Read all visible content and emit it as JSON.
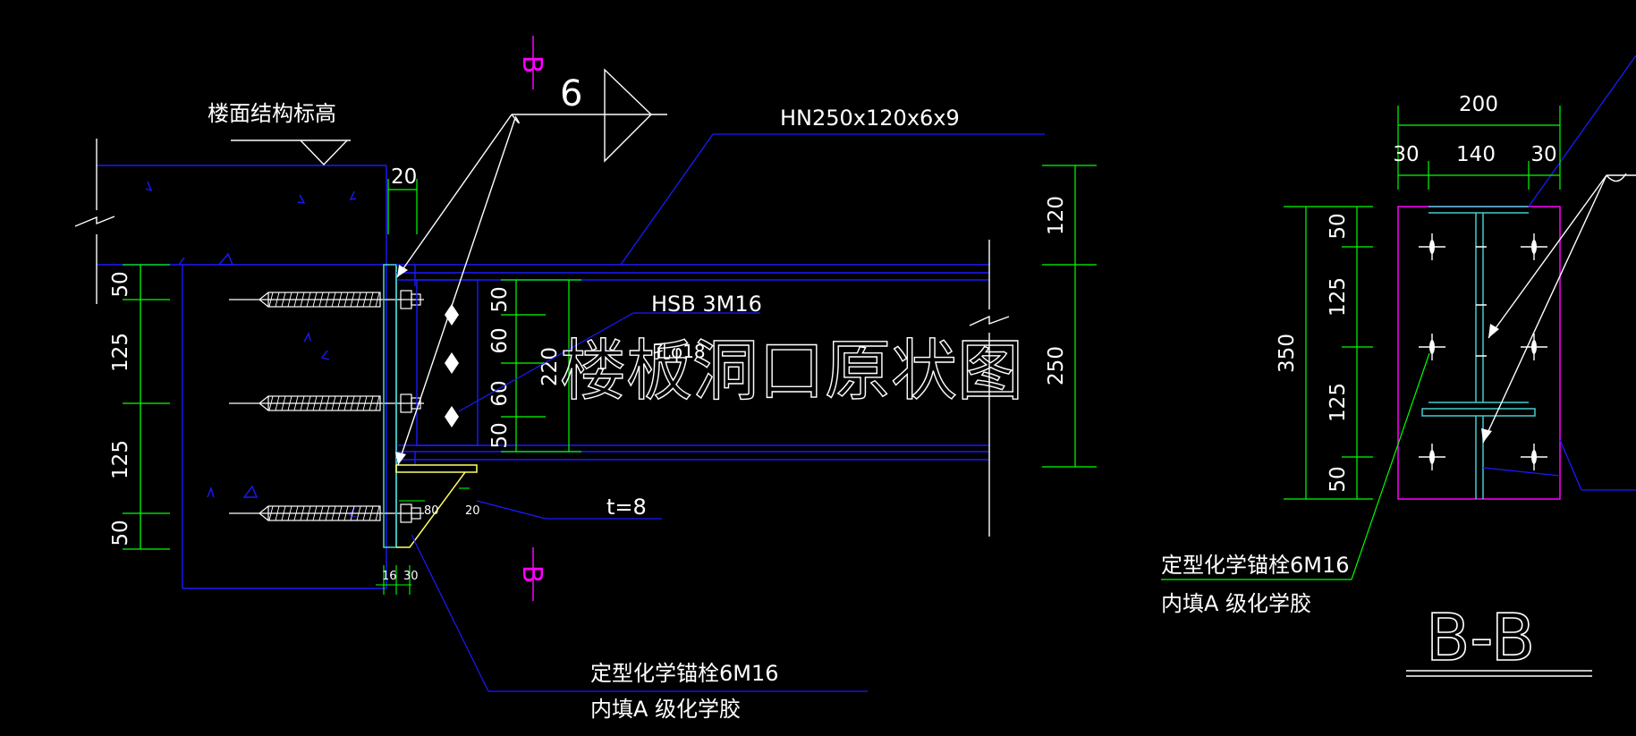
{
  "drawing": {
    "colors": {
      "background": "#000000",
      "blue": "#1a1aff",
      "green": "#00ff00",
      "magenta": "#ff00ff",
      "yellow": "#ffff66",
      "cyan": "#44cccc",
      "white": "#ffffff"
    },
    "labels": {
      "floor_elevation": "楼面结构标高",
      "beam_section": "HN250x120x6x9",
      "bolts": "HSB 3M16",
      "hole": "孔φ18",
      "stiffener_thickness": "t=8",
      "anchor_line1": "定型化学锚栓6M16",
      "anchor_line2": "内填A 级化学胶",
      "weld_size": "6",
      "section_marker": "B",
      "section_title": "B-B",
      "watermark": "楼板洞口原状图"
    },
    "dimensions": {
      "left_vertical": [
        "50",
        "125",
        "125",
        "50"
      ],
      "plate_offset": "20",
      "bolt_pitch": [
        "50",
        "60",
        "60",
        "50"
      ],
      "bolt_total": "220",
      "beam_depth_upper": "120",
      "beam_depth_lower": "250",
      "bottom_plate": [
        "16",
        "30"
      ],
      "bracket": [
        "80",
        "20"
      ],
      "section_width_total": "200",
      "section_width_parts": [
        "30",
        "140",
        "30"
      ],
      "section_height_total": "350",
      "section_height_parts": [
        "50",
        "125",
        "125",
        "50"
      ]
    }
  }
}
